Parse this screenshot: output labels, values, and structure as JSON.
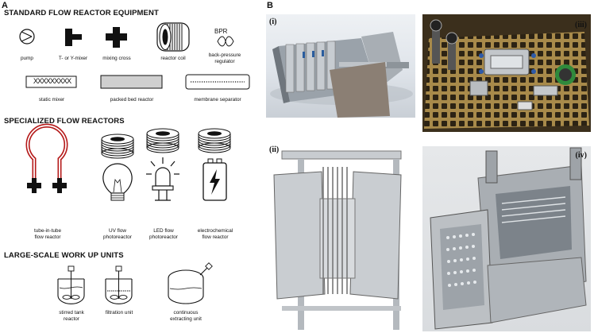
{
  "panel_a": {
    "letter": "A",
    "sections": [
      {
        "title": "STANDARD FLOW REACTOR EQUIPMENT"
      },
      {
        "title": "SPECIALIZED FLOW REACTORS"
      },
      {
        "title": "LARGE-SCALE WORK UP UNITS"
      }
    ],
    "standard": {
      "pump": "pump",
      "mixer": "T- or Y-mixer",
      "cross": "mixing cross",
      "coil": "reactor coil",
      "bpr_symbol": "BPR",
      "bpr": [
        "back-pressure",
        "regulator"
      ],
      "static_mixer_pattern": "XXXXXXXXX",
      "static_mixer": "static mixer",
      "packed_bed": "packed bed reactor",
      "membrane": "membrane separator"
    },
    "specialized": {
      "tube": [
        "tube-in-tube",
        "flow reactor"
      ],
      "uv": [
        "UV flow",
        "photoreactor"
      ],
      "led": [
        "LED flow",
        "photoreactor"
      ],
      "echem": [
        "electrochemical",
        "flow reactor"
      ]
    },
    "workup": {
      "stirred": [
        "stirred tank",
        "reactor"
      ],
      "filtration": "filtration unit",
      "extract": [
        "continuous",
        "extracting unit"
      ]
    }
  },
  "panel_b": {
    "letter": "B",
    "photos": [
      {
        "label": "(i)"
      },
      {
        "label": "(iii)"
      },
      {
        "label": "(ii)"
      },
      {
        "label": "(iv)"
      }
    ]
  }
}
